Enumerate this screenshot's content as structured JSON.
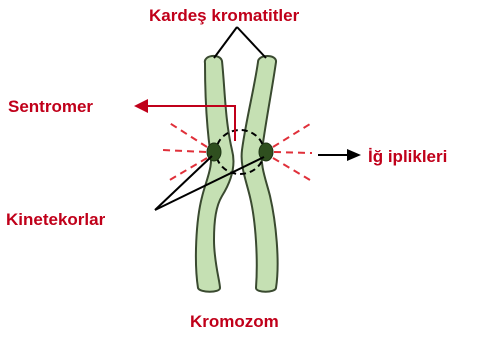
{
  "labels": {
    "sister_chromatids": "Kardeş kromatitler",
    "centromere": "Sentromer",
    "spindle_fibers": "İğ iplikleri",
    "kinetochores": "Kinetekorlar",
    "caption": "Kromozom"
  },
  "colors": {
    "label_red": "#c0001a",
    "chromatid_fill": "#c5e0b3",
    "chromatid_stroke": "#3a4a30",
    "kinetochore_fill": "#2f4f1f",
    "spindle_dash": "#e0303a",
    "arrow_black": "#000000"
  }
}
